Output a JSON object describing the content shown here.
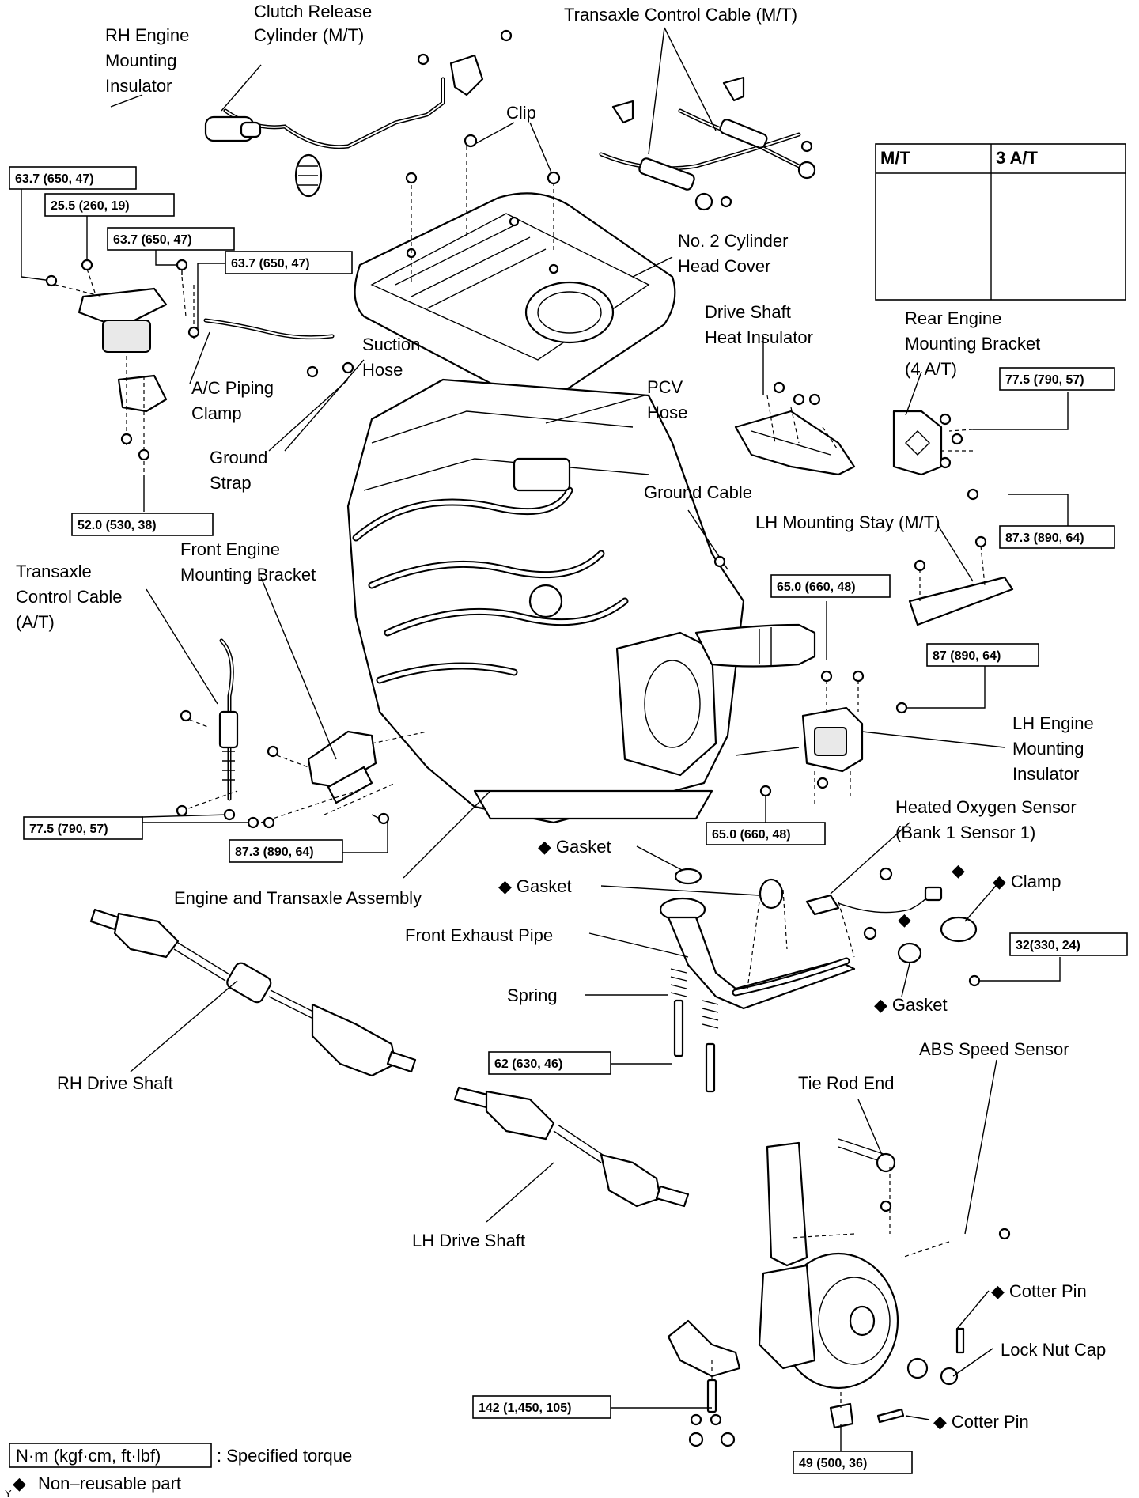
{
  "labels": {
    "rh_engine_mounting_insulator": [
      "RH Engine",
      "Mounting",
      "Insulator"
    ],
    "clutch_release_cylinder": [
      "Clutch Release",
      "Cylinder (M/T)"
    ],
    "transaxle_control_cable_mt": "Transaxle Control Cable (M/T)",
    "clip": "Clip",
    "no2_cylinder_head_cover": [
      "No. 2 Cylinder",
      "Head Cover"
    ],
    "suction_hose": [
      "Suction",
      "Hose"
    ],
    "ac_piping_clamp": [
      "A/C Piping",
      "Clamp"
    ],
    "ground_strap": [
      "Ground",
      "Strap"
    ],
    "pcv_hose": [
      "PCV",
      "Hose"
    ],
    "drive_shaft_heat_insulator": [
      "Drive Shaft",
      "Heat Insulator"
    ],
    "rear_engine_mounting_bracket": [
      "Rear Engine",
      "Mounting Bracket",
      "(4 A/T)"
    ],
    "ground_cable": "Ground Cable",
    "lh_mounting_stay": "LH Mounting Stay (M/T)",
    "transaxle_control_cable_at": [
      "Transaxle",
      "Control Cable",
      "(A/T)"
    ],
    "front_engine_mounting_bracket": [
      "Front Engine",
      "Mounting Bracket"
    ],
    "lh_engine_mounting_insulator": [
      "LH Engine",
      "Mounting",
      "Insulator"
    ],
    "heated_oxygen_sensor": [
      "Heated Oxygen Sensor",
      "(Bank 1 Sensor 1)"
    ],
    "gasket_1": "Gasket",
    "gasket_2": "Gasket",
    "gasket_3": "Gasket",
    "clamp": "Clamp",
    "engine_and_transaxle_assembly": "Engine and Transaxle Assembly",
    "front_exhaust_pipe": "Front Exhaust Pipe",
    "spring": "Spring",
    "rh_drive_shaft": "RH Drive Shaft",
    "abs_speed_sensor": "ABS Speed Sensor",
    "tie_rod_end": "Tie Rod End",
    "lh_drive_shaft": "LH Drive Shaft",
    "cotter_pin_1": "Cotter Pin",
    "lock_nut_cap": "Lock Nut Cap",
    "cotter_pin_2": "Cotter Pin"
  },
  "inset": {
    "col1": "M/T",
    "col2": "3 A/T"
  },
  "torques": {
    "t_63_7_a": "63.7 (650, 47)",
    "t_25_5": "25.5 (260, 19)",
    "t_63_7_b": "63.7 (650, 47)",
    "t_63_7_c": "63.7 (650, 47)",
    "t_52_0": "52.0 (530, 38)",
    "t_77_5_a": "77.5 (790, 57)",
    "t_87_3_a": "87.3 (890, 64)",
    "t_65_0_a": "65.0 (660, 48)",
    "t_87": "87 (890, 64)",
    "t_77_5_b": "77.5 (790, 57)",
    "t_87_3_b": "87.3 (890, 64)",
    "t_65_0_b": "65.0 (660, 48)",
    "t_32": "32(330, 24)",
    "t_62": "62 (630, 46)",
    "t_142": "142 (1,450, 105)",
    "t_49": "49 (500, 36)"
  },
  "legend": {
    "unit_box": "N·m (kgf·cm, ft·lbf)",
    "unit_text": ": Specified torque",
    "nonreusable": "Non–reusable part"
  },
  "symbols": {
    "diamond": "◆",
    "corner_mark": "Y"
  }
}
